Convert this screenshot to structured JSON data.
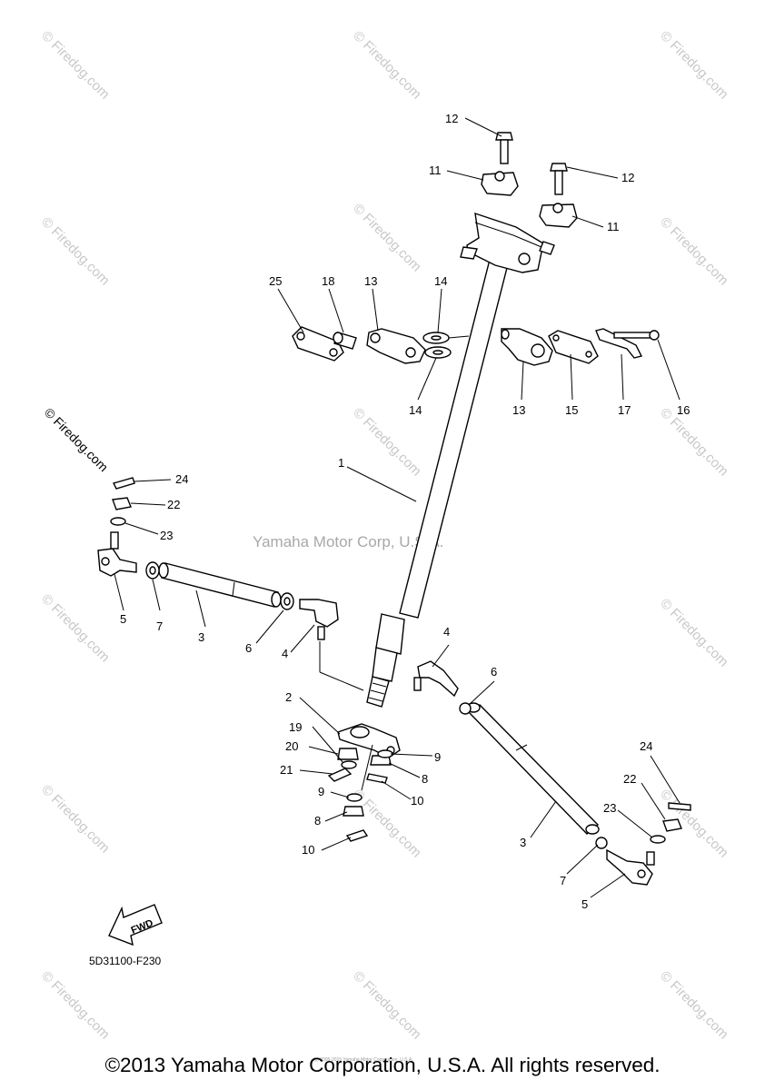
{
  "diagram": {
    "watermark": "© Firedog.com",
    "center_watermark": "Yamaha Motor Corp, U.S.A.",
    "diagram_code": "5D31100-F230",
    "direction_label": "FWD",
    "small_print": "(c) 2005-2015 Yamaha Motor Corporation, U.S.A.",
    "callouts": {
      "c1": "1",
      "c2": "2",
      "c3a": "3",
      "c3b": "3",
      "c4a": "4",
      "c4b": "4",
      "c5a": "5",
      "c5b": "5",
      "c6a": "6",
      "c6b": "6",
      "c7a": "7",
      "c7b": "7",
      "c8a": "8",
      "c8b": "8",
      "c9a": "9",
      "c9b": "9",
      "c10a": "10",
      "c10b": "10",
      "c11a": "11",
      "c11b": "11",
      "c12a": "12",
      "c12b": "12",
      "c13a": "13",
      "c13b": "13",
      "c14a": "14",
      "c14b": "14",
      "c15": "15",
      "c16": "16",
      "c17": "17",
      "c18": "18",
      "c19": "19",
      "c20": "20",
      "c21": "21",
      "c22a": "22",
      "c22b": "22",
      "c23a": "23",
      "c23b": "23",
      "c24a": "24",
      "c24b": "24",
      "c25": "25"
    }
  },
  "footer": {
    "copyright": "©2013 Yamaha Motor Corporation, U.S.A. All rights reserved."
  }
}
